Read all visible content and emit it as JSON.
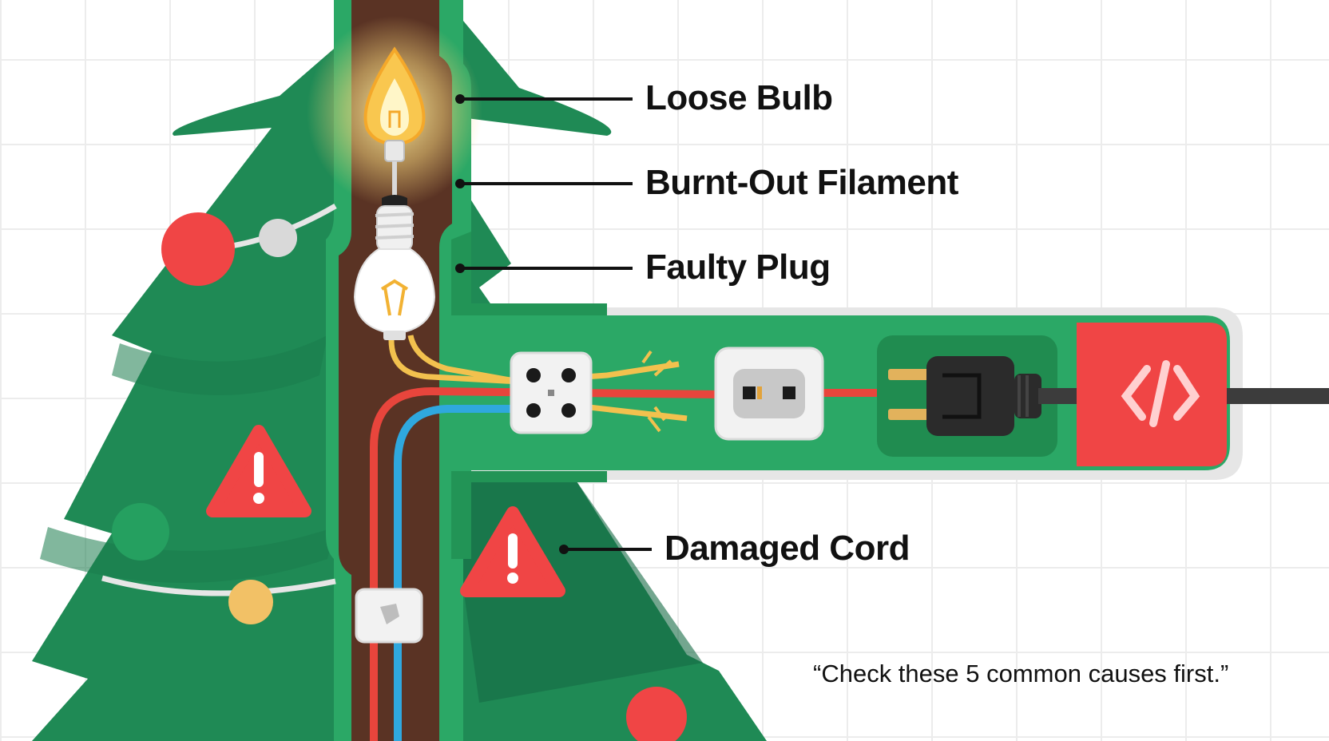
{
  "labels": {
    "loose_bulb": "Loose Bulb",
    "burnt_filament": "Burnt-Out Filament",
    "faulty_plug": "Faulty Plug",
    "damaged_cord": "Damaged Cord"
  },
  "caption": "“Check these 5 common causes first.”",
  "icons": [
    "tree-icon",
    "bulb-icon",
    "socket-icon",
    "outlet-icon",
    "plug-icon",
    "warning-icon",
    "fuse-icon",
    "ornament-icon"
  ],
  "colors": {
    "tree": "#1f8a55",
    "tree_dark": "#166b44",
    "channel": "#2ba866",
    "trunk": "#5a3324",
    "alert_red": "#f04545",
    "wire_yellow": "#f2c14e",
    "wire_red": "#e8453c",
    "wire_blue": "#2fa8de",
    "plug_black": "#2b2b2b"
  }
}
